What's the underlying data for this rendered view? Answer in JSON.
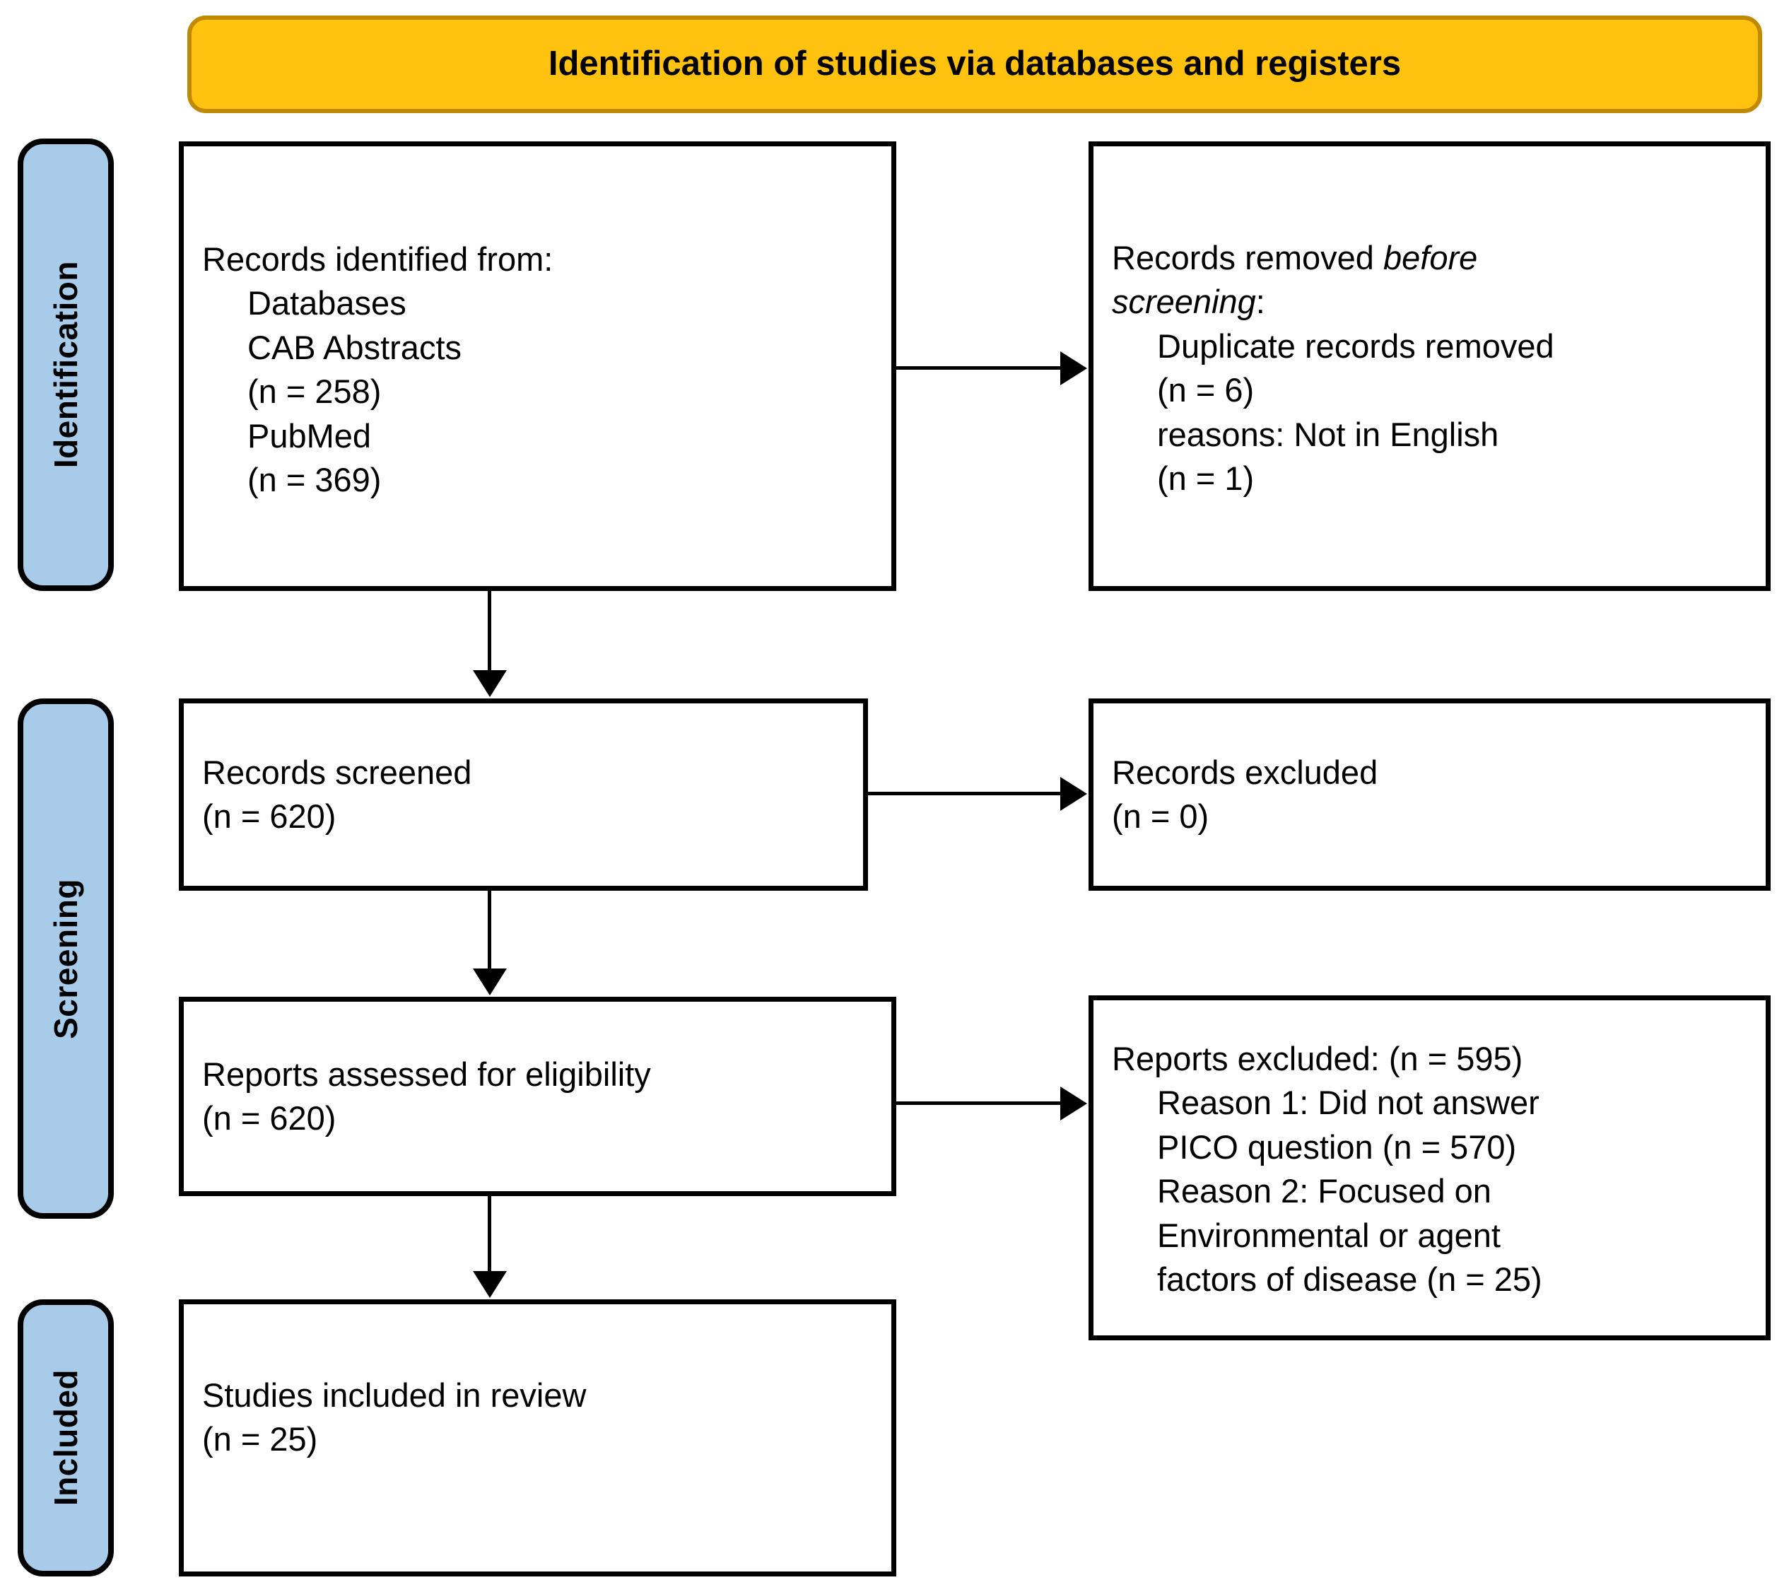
{
  "banner": {
    "title": "Identification of studies via databases and registers",
    "fill_color": "#FFC20E",
    "border_color": "#C08A00"
  },
  "stages": [
    {
      "id": "identification",
      "label": "Identification",
      "fill_color": "#A8CBEA"
    },
    {
      "id": "screening",
      "label": "Screening",
      "fill_color": "#A8CBEA"
    },
    {
      "id": "included",
      "label": "Included",
      "fill_color": "#A8CBEA"
    }
  ],
  "boxes": {
    "identified": {
      "line1": "Records identified from:",
      "line2": "Databases",
      "line3": "CAB Abstracts",
      "line4": "(n = 258)",
      "line5": "PubMed",
      "line6": "(n = 369)"
    },
    "removed": {
      "line1_a": "Records removed ",
      "line1_em": "before",
      "line2_em": "screening",
      "line2_b": ":",
      "line3": "Duplicate records removed",
      "line4": "(n = 6)",
      "line5": "reasons: Not in English",
      "line6": "(n = 1)"
    },
    "screened": {
      "line1": "Records screened",
      "line2": "(n = 620)"
    },
    "excluded": {
      "line1": "Records excluded",
      "line2": "(n = 0)"
    },
    "assessed": {
      "line1": "Reports assessed for eligibility",
      "line2": "(n = 620)"
    },
    "reports_excluded": {
      "line1": "Reports excluded: (n = 595)",
      "line2": "Reason 1: Did not answer",
      "line3": "PICO question (n = 570)",
      "line4": "Reason 2: Focused on",
      "line5": "Environmental or agent",
      "line6": "factors of disease (n = 25)"
    },
    "included": {
      "line1": "Studies included in review",
      "line2": "(n = 25)"
    }
  },
  "chart_data": {
    "type": "diagram",
    "title": "Identification of studies via databases and registers",
    "nodes": [
      {
        "id": "identified",
        "stage": "Identification",
        "label": "Records identified from: Databases CAB Abstracts (n = 258) PubMed (n = 369)",
        "counts": {
          "CAB Abstracts": 258,
          "PubMed": 369
        }
      },
      {
        "id": "removed",
        "stage": "Identification",
        "label": "Records removed before screening: Duplicate records removed (n = 6) reasons: Not in English (n = 1)",
        "counts": {
          "Duplicate records removed": 6,
          "Not in English": 1
        }
      },
      {
        "id": "screened",
        "stage": "Screening",
        "label": "Records screened (n = 620)",
        "counts": {
          "n": 620
        }
      },
      {
        "id": "excluded",
        "stage": "Screening",
        "label": "Records excluded (n = 0)",
        "counts": {
          "n": 0
        }
      },
      {
        "id": "assessed",
        "stage": "Screening",
        "label": "Reports assessed for eligibility (n = 620)",
        "counts": {
          "n": 620
        }
      },
      {
        "id": "reports_excluded",
        "stage": "Screening",
        "label": "Reports excluded: (n = 595)",
        "counts": {
          "n": 595,
          "Reason 1: Did not answer PICO question": 570,
          "Reason 2: Focused on Environmental or agent factors of disease": 25
        }
      },
      {
        "id": "included",
        "stage": "Included",
        "label": "Studies included in review (n = 25)",
        "counts": {
          "n": 25
        }
      }
    ],
    "edges": [
      {
        "from": "identified",
        "to": "removed",
        "direction": "right"
      },
      {
        "from": "identified",
        "to": "screened",
        "direction": "down"
      },
      {
        "from": "screened",
        "to": "excluded",
        "direction": "right"
      },
      {
        "from": "screened",
        "to": "assessed",
        "direction": "down"
      },
      {
        "from": "assessed",
        "to": "reports_excluded",
        "direction": "right"
      },
      {
        "from": "assessed",
        "to": "included",
        "direction": "down"
      }
    ]
  }
}
